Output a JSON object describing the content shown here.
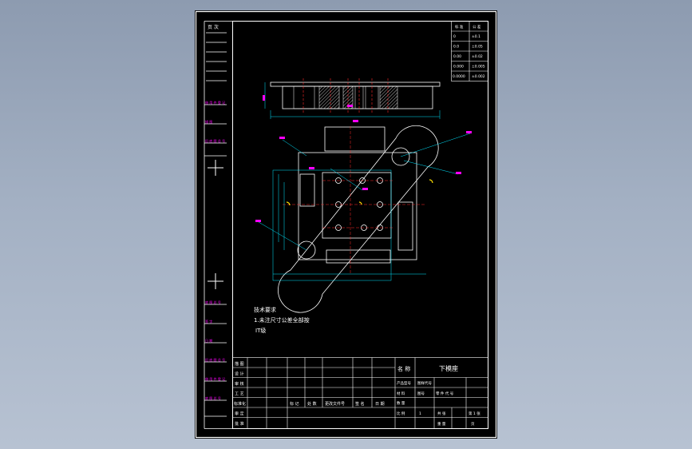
{
  "sidebar": {
    "top_label": "页 次",
    "labels": [
      "借 用 件 登 记",
      "描 图",
      "旧 底 图 总 号",
      "底 图 总 号",
      "签 字",
      "日 期"
    ]
  },
  "tolerance_table": {
    "header": [
      "标 准",
      "公 差"
    ],
    "rows": [
      [
        "0",
        "±0.1"
      ],
      [
        "0.0",
        "±0.05"
      ],
      [
        "0.00",
        "±0.02"
      ],
      [
        "0.000",
        "±0.005"
      ],
      [
        "0.0000",
        "±0.002"
      ]
    ]
  },
  "notes": {
    "heading": "技术要求",
    "line1": "1.未注尺寸公差全部按",
    "line2": "IT级"
  },
  "title_block": {
    "left_labels": [
      "描 图",
      "设 计",
      "审 核",
      "工 艺",
      "标准化",
      "审 定",
      "批 准"
    ],
    "revision_labels": [
      "标 记",
      "处 数",
      "更改文件号",
      "签 名",
      "日 期"
    ],
    "name_label": "名 称",
    "part_name": "下模座",
    "product_model_label": "产品型号",
    "drawing_no_label": "图样代号",
    "material_label": "材 料",
    "part_no_label": "图号",
    "product_name_label": "零 件 代 号",
    "quantity_label": "数 量",
    "scale_label": "比 例",
    "quantity_value": "1",
    "sheet_label": "共 张",
    "sheet_no_label": "第 1 张",
    "weight_label": "重 量",
    "page_label": "页"
  },
  "colors": {
    "sheet": "#000000",
    "frame": "#ffffff",
    "geometry": "#ffffff",
    "dimension": "#00e5ff",
    "centerline": "#ff2a2a",
    "annotation": "#ff00ff",
    "highlight": "#ffe000"
  }
}
